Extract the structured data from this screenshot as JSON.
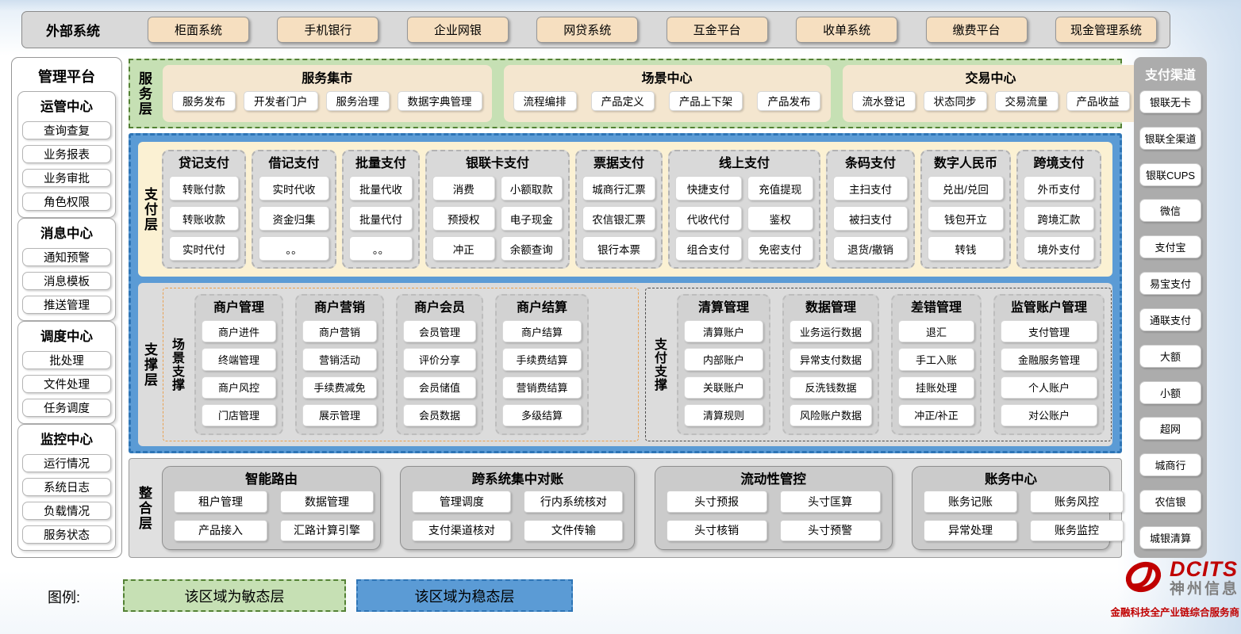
{
  "colors": {
    "agile_green": "#C6E0B4",
    "stable_blue": "#5B9BD5",
    "panel_gray": "#D9D9D9",
    "tan_chip": "#F6DFC0",
    "cream": "#FBF1D3",
    "brand_red": "#C00000"
  },
  "external_systems": {
    "label": "外部系统",
    "items": [
      "柜面系统",
      "手机银行",
      "企业网银",
      "网贷系统",
      "互金平台",
      "收单系统",
      "缴费平台",
      "现金管理系统"
    ]
  },
  "management_platform": {
    "title": "管理平台",
    "groups": [
      {
        "title": "运管中心",
        "items": [
          "查询查复",
          "业务报表",
          "业务审批",
          "角色权限"
        ]
      },
      {
        "title": "消息中心",
        "items": [
          "通知预警",
          "消息模板",
          "推送管理"
        ]
      },
      {
        "title": "调度中心",
        "items": [
          "批处理",
          "文件处理",
          "任务调度"
        ]
      },
      {
        "title": "监控中心",
        "items": [
          "运行情况",
          "系统日志",
          "负载情况",
          "服务状态"
        ]
      }
    ]
  },
  "service_layer": {
    "label": "服务层",
    "groups": [
      {
        "title": "服务集市",
        "items": [
          "服务发布",
          "开发者门户",
          "服务治理",
          "数据字典管理"
        ]
      },
      {
        "title": "场景中心",
        "items": [
          "流程编排",
          "产品定义",
          "产品上下架",
          "产品发布"
        ]
      },
      {
        "title": "交易中心",
        "items": [
          "流水登记",
          "状态同步",
          "交易流量",
          "产品收益"
        ]
      }
    ]
  },
  "payment_layer": {
    "label": "支付层",
    "columns": [
      {
        "title": "贷记支付",
        "items": [
          "转账付款",
          "转账收款",
          "实时代付"
        ]
      },
      {
        "title": "借记支付",
        "items": [
          "实时代收",
          "资金归集",
          "。。"
        ]
      },
      {
        "title": "批量支付",
        "items": [
          "批量代收",
          "批量代付",
          "。。"
        ]
      },
      {
        "title": "银联卡支付",
        "items": [
          "消费",
          "小额取款",
          "预授权",
          "电子现金",
          "冲正",
          "余额查询"
        ]
      },
      {
        "title": "票据支付",
        "items": [
          "城商行汇票",
          "农信银汇票",
          "银行本票"
        ]
      },
      {
        "title": "线上支付",
        "items": [
          "快捷支付",
          "充值提现",
          "代收代付",
          "鉴权",
          "组合支付",
          "免密支付"
        ]
      },
      {
        "title": "条码支付",
        "items": [
          "主扫支付",
          "被扫支付",
          "退货/撤销"
        ]
      },
      {
        "title": "数字人民币",
        "items": [
          "兑出/兑回",
          "钱包开立",
          "转钱"
        ]
      },
      {
        "title": "跨境支付",
        "items": [
          "外币支付",
          "跨境汇款",
          "境外支付"
        ]
      }
    ]
  },
  "support_layer": {
    "label": "支撑层",
    "scene_support": {
      "label": "场景支撑",
      "columns": [
        {
          "title": "商户管理",
          "items": [
            "商户进件",
            "终端管理",
            "商户风控",
            "门店管理"
          ]
        },
        {
          "title": "商户营销",
          "items": [
            "商户营销",
            "营销活动",
            "手续费减免",
            "展示管理"
          ]
        },
        {
          "title": "商户会员",
          "items": [
            "会员管理",
            "评价分享",
            "会员储值",
            "会员数据"
          ]
        },
        {
          "title": "商户结算",
          "items": [
            "商户结算",
            "手续费结算",
            "营销费结算",
            "多级结算"
          ]
        }
      ]
    },
    "payment_support": {
      "label": "支付支撑",
      "columns": [
        {
          "title": "清算管理",
          "items": [
            "清算账户",
            "内部账户",
            "关联账户",
            "清算规则"
          ]
        },
        {
          "title": "数据管理",
          "items": [
            "业务运行数据",
            "异常支付数据",
            "反洗钱数据",
            "风险账户数据"
          ]
        },
        {
          "title": "差错管理",
          "items": [
            "退汇",
            "手工入账",
            "挂账处理",
            "冲正/补正"
          ]
        },
        {
          "title": "监管账户管理",
          "items": [
            "支付管理",
            "金融服务管理",
            "个人账户",
            "对公账户"
          ]
        }
      ]
    }
  },
  "integration_layer": {
    "label": "整合层",
    "groups": [
      {
        "title": "智能路由",
        "items": [
          "租户管理",
          "数据管理",
          "产品接入",
          "汇路计算引擎"
        ]
      },
      {
        "title": "跨系统集中对账",
        "items": [
          "管理调度",
          "行内系统核对",
          "支付渠道核对",
          "文件传输"
        ]
      },
      {
        "title": "流动性管控",
        "items": [
          "头寸预报",
          "头寸匡算",
          "头寸核销",
          "头寸预警"
        ]
      },
      {
        "title": "账务中心",
        "items": [
          "账务记账",
          "账务风控",
          "异常处理",
          "账务监控"
        ]
      }
    ]
  },
  "payment_channels": {
    "title": "支付渠道",
    "items": [
      "银联无卡",
      "银联全渠道",
      "银联CUPS",
      "微信",
      "支付宝",
      "易宝支付",
      "通联支付",
      "大额",
      "小额",
      "超网",
      "城商行",
      "农信银",
      "城银清算"
    ]
  },
  "legend": {
    "label": "图例:",
    "agile_label": "该区域为敏态层",
    "stable_label": "该区域为稳态层"
  },
  "logo": {
    "brand": "DCITS",
    "company": "神州信息",
    "tagline": "金融科技全产业链综合服务商"
  }
}
